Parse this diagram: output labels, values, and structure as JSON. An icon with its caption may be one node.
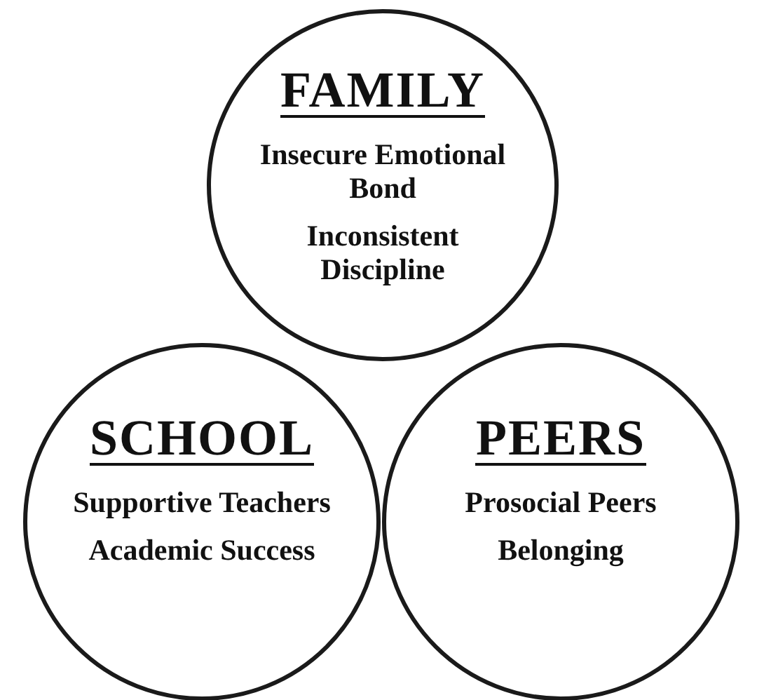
{
  "diagram": {
    "nodes": [
      {
        "text": [
          "FAMILY",
          "Insecure Emotional Bond",
          "Inconsistent Discipline"
        ]
      },
      {
        "text": [
          "SCHOOL",
          "Supportive Teachers",
          "Academic Success"
        ]
      },
      {
        "text": [
          "PEERS",
          "Prosocial Peers",
          "Belonging"
        ]
      }
    ]
  }
}
